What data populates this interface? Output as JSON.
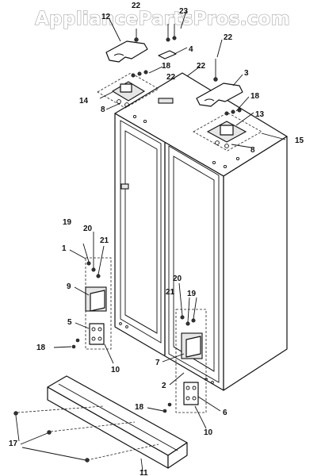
{
  "watermark": "AppliancePartsPros.com",
  "callouts": {
    "c1": "1",
    "c2": "2",
    "c3": "3",
    "c4": "4",
    "c5": "5",
    "c6": "6",
    "c7": "7",
    "c8a": "8",
    "c8b": "8",
    "c9": "9",
    "c10a": "10",
    "c10b": "10",
    "c11": "11",
    "c12": "12",
    "c13": "13",
    "c14": "14",
    "c15": "15",
    "c17": "17",
    "c18a": "18",
    "c18b": "18",
    "c18c": "18",
    "c18d": "18",
    "c19a": "19",
    "c19b": "19",
    "c20a": "20",
    "c20b": "20",
    "c21a": "21",
    "c21b": "21",
    "c22a": "22",
    "c22b": "22",
    "c22c": "22",
    "c22d": "22",
    "c23": "23"
  }
}
